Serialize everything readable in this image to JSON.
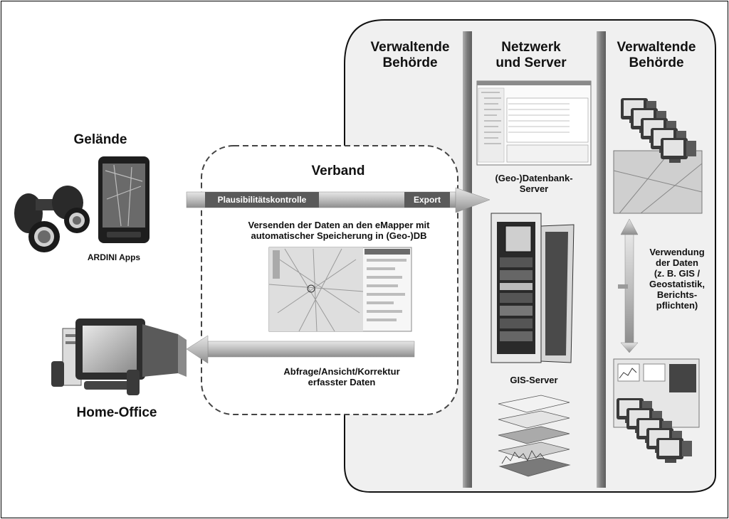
{
  "zones": {
    "gelaende": "Gelände",
    "home_office": "Home-Office",
    "verband": "Verband",
    "verwaltende_behoerde_1": [
      "Verwaltende",
      "Behörde"
    ],
    "netzwerk_server": [
      "Netzwerk",
      "und Server"
    ],
    "verwaltende_behoerde_2": [
      "Verwaltende",
      "Behörde"
    ]
  },
  "labels": {
    "ardini_apps": "ARDINI Apps",
    "plausibilitaet": "Plausibilitätskontrolle",
    "export": "Export",
    "versenden": [
      "Versenden der Daten an den eMapper mit",
      "automatischer Speicherung in (Geo-)DB"
    ],
    "abfrage": [
      "Abfrage/Ansicht/Korrektur",
      "erfasster Daten"
    ],
    "db_server": [
      "(Geo-)Datenbank-",
      "Server"
    ],
    "gis_server": "GIS-Server",
    "verwendung": [
      "Verwendung",
      "der Daten",
      "(z. B. GIS /",
      "Geostatistik,",
      "Berichts-",
      "pflichten)"
    ]
  },
  "colors": {
    "panel_fill": "#f0f0f0",
    "divider": "#8a8a8a",
    "arrow": "#b8b8b8",
    "dark": "#2a2a2a"
  }
}
